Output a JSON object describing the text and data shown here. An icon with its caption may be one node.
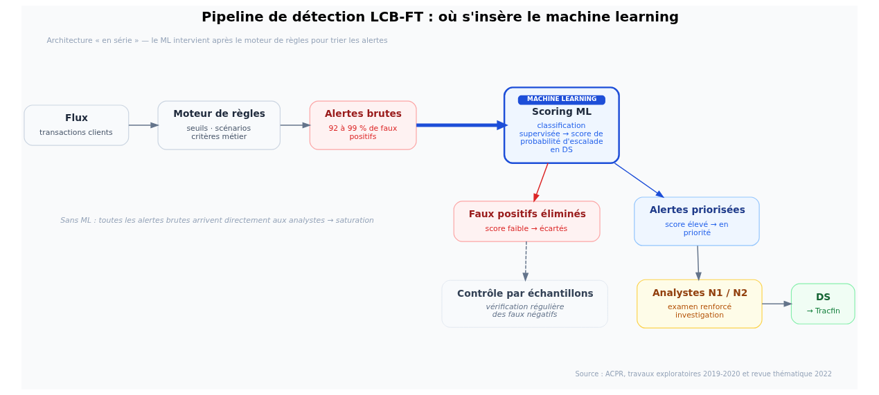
{
  "diagram": {
    "title": "Pipeline de détection LCB-FT : où s'insère le machine learning",
    "caption": "Source : ACPR, travaux exploratoires 2019-2020 et revue thématique 2022",
    "nodes": [
      {
        "text": [
          "Flux",
          "transactions clients"
        ]
      },
      {
        "text": [
          "Moteur de règles",
          "seuils · scénarios critères métier"
        ]
      },
      {
        "text": [
          "Alertes brutes",
          "92 à 99 % de faux positifs"
        ]
      },
      {
        "text": [
          "MACHINE LEARNING",
          "Scoring ML",
          "classification supervisée → score de probabilité d'escalade en DS"
        ]
      },
      {
        "text": [
          "Faux positifs éliminés",
          "score faible → écartés"
        ]
      },
      {
        "text": [
          "Alertes priorisées",
          "score élevé → en priorité"
        ]
      },
      {
        "text": [
          "Contrôle par échantillons",
          "vérification régulière des faux négatifs"
        ]
      },
      {
        "text": [
          "Analystes N1 / N2",
          "examen renforcé investigation"
        ]
      },
      {
        "text": [
          "DS",
          "→ Tracfin"
        ]
      }
    ],
    "edges": [
      {
        "from": 0,
        "to": 1,
        "arrow": "to"
      },
      {
        "from": 1,
        "to": 2,
        "arrow": "to"
      },
      {
        "from": 2,
        "to": 3,
        "arrow": "to",
        "style": "thick",
        "color": "#1d4ed8"
      },
      {
        "from": 3,
        "to": 4,
        "arrow": "to",
        "color": "#dc2626"
      },
      {
        "from": 3,
        "to": 5,
        "arrow": "to",
        "color": "#1d4ed8"
      },
      {
        "from": 4,
        "to": 6,
        "arrow": "to",
        "style": "dashed"
      },
      {
        "from": 5,
        "to": 7,
        "arrow": "to"
      },
      {
        "from": 7,
        "to": 8,
        "arrow": "to"
      }
    ],
    "labels": [
      "Architecture « en série » — le ML intervient après le moteur de règles pour trier les alertes",
      "Sans ML : toutes les alertes brutes arrivent directement aux analystes → saturation"
    ]
  }
}
